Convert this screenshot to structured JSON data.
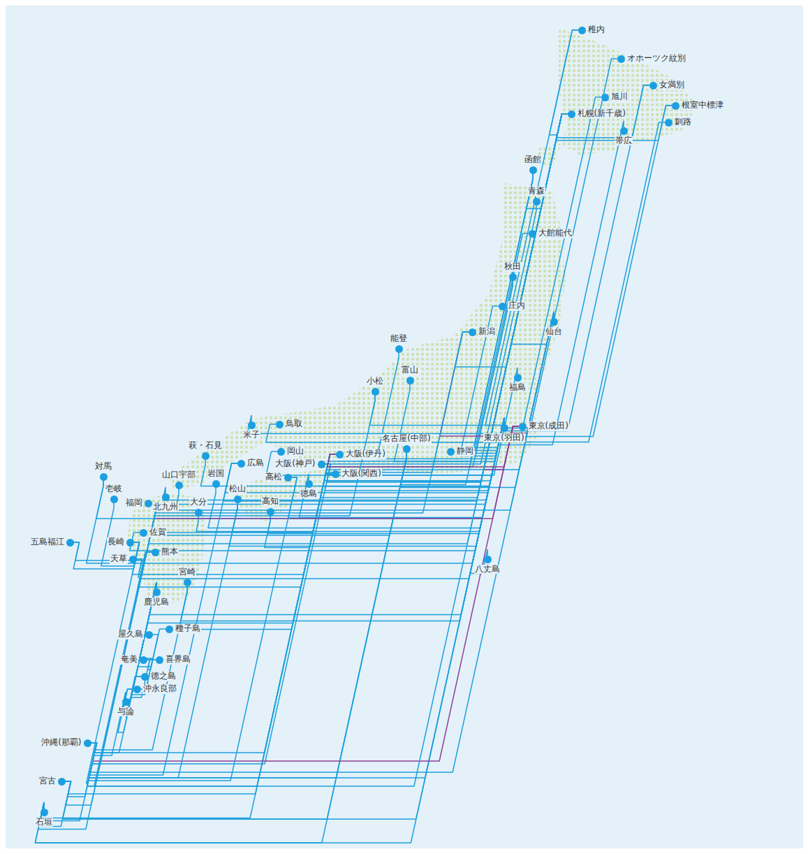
{
  "diagram": {
    "nodes": [
      {
        "text": [
          "稚内"
        ]
      },
      {
        "text": [
          "オホーツク紋別"
        ]
      },
      {
        "text": [
          "女満別"
        ]
      },
      {
        "text": [
          "旭川"
        ]
      },
      {
        "text": [
          "根室中標津"
        ]
      },
      {
        "text": [
          "札幌(新千歳)"
        ]
      },
      {
        "text": [
          "釧路"
        ]
      },
      {
        "text": [
          "帯広"
        ]
      },
      {
        "text": [
          "函館"
        ]
      },
      {
        "text": [
          "青森"
        ]
      },
      {
        "text": [
          "大館能代"
        ]
      },
      {
        "text": [
          "秋田"
        ]
      },
      {
        "text": [
          "庄内"
        ]
      },
      {
        "text": [
          "仙台"
        ]
      },
      {
        "text": [
          "新潟"
        ]
      },
      {
        "text": [
          "能登"
        ]
      },
      {
        "text": [
          "富山"
        ]
      },
      {
        "text": [
          "小松"
        ]
      },
      {
        "text": [
          "福島"
        ]
      },
      {
        "text": [
          "東京(成田)"
        ]
      },
      {
        "text": [
          "東京(羽田)"
        ]
      },
      {
        "text": [
          "山口宇部"
        ]
      },
      {
        "text": [
          "北九州"
        ]
      },
      {
        "text": [
          "米子"
        ]
      },
      {
        "text": [
          "鳥取"
        ]
      },
      {
        "text": [
          "萩・石見"
        ]
      },
      {
        "text": [
          "岡山"
        ]
      },
      {
        "text": [
          "大阪(神戸)"
        ]
      },
      {
        "text": [
          "名古屋(中部)"
        ]
      },
      {
        "text": [
          "広島"
        ]
      },
      {
        "text": [
          "静岡"
        ]
      },
      {
        "text": [
          "大阪(伊丹)"
        ]
      },
      {
        "text": [
          "岩国"
        ]
      },
      {
        "text": [
          "対馬"
        ]
      },
      {
        "text": [
          "松山"
        ]
      },
      {
        "text": [
          "高松"
        ]
      },
      {
        "text": [
          "徳島"
        ]
      },
      {
        "text": [
          "大阪(関西)"
        ]
      },
      {
        "text": [
          "壱岐"
        ]
      },
      {
        "text": [
          "大分"
        ]
      },
      {
        "text": [
          "高知"
        ]
      },
      {
        "text": [
          "福岡"
        ]
      },
      {
        "text": [
          "佐賀"
        ]
      },
      {
        "text": [
          "五島福江"
        ]
      },
      {
        "text": [
          "長崎"
        ]
      },
      {
        "text": [
          "八丈島"
        ]
      },
      {
        "text": [
          "天草"
        ]
      },
      {
        "text": [
          "熊本"
        ]
      },
      {
        "text": [
          "宮崎"
        ]
      },
      {
        "text": [
          "鹿児島"
        ]
      },
      {
        "text": [
          "種子島"
        ]
      },
      {
        "text": [
          "屋久島"
        ]
      },
      {
        "text": [
          "奄美"
        ]
      },
      {
        "text": [
          "喜界島"
        ]
      },
      {
        "text": [
          "徳之島"
        ]
      },
      {
        "text": [
          "沖永良部"
        ]
      },
      {
        "text": [
          "与論"
        ]
      },
      {
        "text": [
          "沖縄(那覇)"
        ]
      },
      {
        "text": [
          "宮古"
        ]
      },
      {
        "text": [
          "石垣"
        ]
      }
    ],
    "edges": [
      {
        "from": 20,
        "to": 0,
        "arrow": "none"
      },
      {
        "from": 20,
        "to": 1,
        "arrow": "none"
      },
      {
        "from": 20,
        "to": 2,
        "arrow": "none"
      },
      {
        "from": 20,
        "to": 3,
        "arrow": "none"
      },
      {
        "from": 20,
        "to": 4,
        "arrow": "none"
      },
      {
        "from": 20,
        "to": 5,
        "arrow": "none"
      },
      {
        "from": 20,
        "to": 6,
        "arrow": "none"
      },
      {
        "from": 20,
        "to": 7,
        "arrow": "none"
      },
      {
        "from": 20,
        "to": 8,
        "arrow": "none"
      },
      {
        "from": 20,
        "to": 10,
        "arrow": "none"
      },
      {
        "from": 20,
        "to": 11,
        "arrow": "none"
      },
      {
        "from": 20,
        "to": 12,
        "arrow": "none"
      },
      {
        "from": 20,
        "to": 15,
        "arrow": "none"
      },
      {
        "from": 20,
        "to": 16,
        "arrow": "none"
      },
      {
        "from": 20,
        "to": 17,
        "arrow": "none"
      },
      {
        "from": 20,
        "to": 21,
        "arrow": "none"
      },
      {
        "from": 20,
        "to": 22,
        "arrow": "none"
      },
      {
        "from": 20,
        "to": 23,
        "arrow": "none"
      },
      {
        "from": 20,
        "to": 24,
        "arrow": "none"
      },
      {
        "from": 20,
        "to": 25,
        "arrow": "none"
      },
      {
        "from": 20,
        "to": 26,
        "arrow": "none"
      },
      {
        "from": 20,
        "to": 27,
        "arrow": "none"
      },
      {
        "from": 20,
        "to": 29,
        "arrow": "none"
      },
      {
        "from": 20,
        "to": 31,
        "arrow": "none"
      },
      {
        "from": 20,
        "to": 32,
        "arrow": "none"
      },
      {
        "from": 20,
        "to": 34,
        "arrow": "none"
      },
      {
        "from": 20,
        "to": 35,
        "arrow": "none"
      },
      {
        "from": 20,
        "to": 36,
        "arrow": "none"
      },
      {
        "from": 20,
        "to": 37,
        "arrow": "none"
      },
      {
        "from": 20,
        "to": 39,
        "arrow": "none"
      },
      {
        "from": 20,
        "to": 40,
        "arrow": "none"
      },
      {
        "from": 20,
        "to": 41,
        "arrow": "none"
      },
      {
        "from": 20,
        "to": 42,
        "arrow": "none"
      },
      {
        "from": 20,
        "to": 44,
        "arrow": "none"
      },
      {
        "from": 20,
        "to": 45,
        "arrow": "none"
      },
      {
        "from": 20,
        "to": 47,
        "arrow": "none"
      },
      {
        "from": 20,
        "to": 48,
        "arrow": "none"
      },
      {
        "from": 20,
        "to": 49,
        "arrow": "none"
      },
      {
        "from": 20,
        "to": 57,
        "arrow": "none"
      },
      {
        "from": 20,
        "to": 58,
        "arrow": "none"
      },
      {
        "from": 20,
        "to": 59,
        "arrow": "none"
      },
      {
        "from": 31,
        "to": 5,
        "arrow": "none"
      },
      {
        "from": 31,
        "to": 8,
        "arrow": "none"
      },
      {
        "from": 31,
        "to": 9,
        "arrow": "none"
      },
      {
        "from": 31,
        "to": 11,
        "arrow": "none"
      },
      {
        "from": 31,
        "to": 13,
        "arrow": "none"
      },
      {
        "from": 31,
        "to": 14,
        "arrow": "none"
      },
      {
        "from": 31,
        "to": 18,
        "arrow": "none"
      },
      {
        "from": 31,
        "to": 34,
        "arrow": "none"
      },
      {
        "from": 31,
        "to": 40,
        "arrow": "none"
      },
      {
        "from": 31,
        "to": 41,
        "arrow": "none"
      },
      {
        "from": 31,
        "to": 44,
        "arrow": "none"
      },
      {
        "from": 31,
        "to": 47,
        "arrow": "none"
      },
      {
        "from": 31,
        "to": 48,
        "arrow": "none"
      },
      {
        "from": 31,
        "to": 49,
        "arrow": "none"
      },
      {
        "from": 31,
        "to": 57,
        "arrow": "none"
      },
      {
        "from": 37,
        "to": 5,
        "arrow": "none"
      },
      {
        "from": 37,
        "to": 57,
        "arrow": "none"
      },
      {
        "from": 37,
        "to": 58,
        "arrow": "none"
      },
      {
        "from": 37,
        "to": 59,
        "arrow": "none"
      },
      {
        "from": 27,
        "to": 5,
        "arrow": "none"
      },
      {
        "from": 27,
        "to": 57,
        "arrow": "none"
      },
      {
        "from": 28,
        "to": 5,
        "arrow": "none"
      },
      {
        "from": 28,
        "to": 8,
        "arrow": "none"
      },
      {
        "from": 28,
        "to": 13,
        "arrow": "none"
      },
      {
        "from": 28,
        "to": 41,
        "arrow": "none"
      },
      {
        "from": 28,
        "to": 57,
        "arrow": "none"
      },
      {
        "from": 28,
        "to": 58,
        "arrow": "none"
      },
      {
        "from": 28,
        "to": 59,
        "arrow": "none"
      },
      {
        "from": 19,
        "to": 5,
        "arrow": "none"
      },
      {
        "from": 19,
        "to": 13,
        "arrow": "none"
      },
      {
        "from": 19,
        "to": 14,
        "arrow": "none"
      },
      {
        "from": 19,
        "to": 31,
        "arrow": "none"
      },
      {
        "from": 19,
        "to": 41,
        "arrow": "none"
      },
      {
        "from": 19,
        "to": 57,
        "arrow": "none"
      },
      {
        "from": 5,
        "to": 0,
        "arrow": "none"
      },
      {
        "from": 5,
        "to": 2,
        "arrow": "none"
      },
      {
        "from": 5,
        "to": 4,
        "arrow": "none"
      },
      {
        "from": 5,
        "to": 8,
        "arrow": "none"
      },
      {
        "from": 5,
        "to": 13,
        "arrow": "none"
      },
      {
        "from": 5,
        "to": 14,
        "arrow": "none"
      },
      {
        "from": 5,
        "to": 29,
        "arrow": "none"
      },
      {
        "from": 5,
        "to": 41,
        "arrow": "none"
      },
      {
        "from": 5,
        "to": 57,
        "arrow": "none"
      },
      {
        "from": 41,
        "to": 13,
        "arrow": "none"
      },
      {
        "from": 41,
        "to": 14,
        "arrow": "none"
      },
      {
        "from": 41,
        "to": 17,
        "arrow": "none"
      },
      {
        "from": 41,
        "to": 33,
        "arrow": "none"
      },
      {
        "from": 41,
        "to": 43,
        "arrow": "none"
      },
      {
        "from": 41,
        "to": 57,
        "arrow": "none"
      },
      {
        "from": 41,
        "to": 58,
        "arrow": "none"
      },
      {
        "from": 41,
        "to": 59,
        "arrow": "none"
      },
      {
        "from": 57,
        "to": 13,
        "arrow": "none"
      },
      {
        "from": 57,
        "to": 29,
        "arrow": "none"
      },
      {
        "from": 57,
        "to": 34,
        "arrow": "none"
      },
      {
        "from": 57,
        "to": 35,
        "arrow": "none"
      },
      {
        "from": 57,
        "to": 44,
        "arrow": "none"
      },
      {
        "from": 57,
        "to": 47,
        "arrow": "none"
      },
      {
        "from": 57,
        "to": 48,
        "arrow": "none"
      },
      {
        "from": 57,
        "to": 49,
        "arrow": "none"
      },
      {
        "from": 57,
        "to": 56,
        "arrow": "none"
      },
      {
        "from": 57,
        "to": 58,
        "arrow": "none"
      },
      {
        "from": 57,
        "to": 59,
        "arrow": "none"
      },
      {
        "from": 44,
        "to": 33,
        "arrow": "none"
      },
      {
        "from": 44,
        "to": 38,
        "arrow": "none"
      },
      {
        "from": 44,
        "to": 43,
        "arrow": "none"
      },
      {
        "from": 49,
        "to": 50,
        "arrow": "none"
      },
      {
        "from": 49,
        "to": 51,
        "arrow": "none"
      },
      {
        "from": 49,
        "to": 52,
        "arrow": "none"
      },
      {
        "from": 49,
        "to": 53,
        "arrow": "none"
      },
      {
        "from": 49,
        "to": 54,
        "arrow": "none"
      },
      {
        "from": 49,
        "to": 55,
        "arrow": "none"
      },
      {
        "from": 49,
        "to": 56,
        "arrow": "none"
      },
      {
        "from": 52,
        "to": 53,
        "arrow": "none"
      },
      {
        "from": 52,
        "to": 54,
        "arrow": "none"
      },
      {
        "from": 46,
        "to": 41,
        "arrow": "none"
      },
      {
        "from": 46,
        "to": 47,
        "arrow": "none"
      },
      {
        "from": 55,
        "to": 56,
        "arrow": "none"
      },
      {
        "from": 58,
        "to": 59,
        "arrow": "none"
      }
    ]
  }
}
